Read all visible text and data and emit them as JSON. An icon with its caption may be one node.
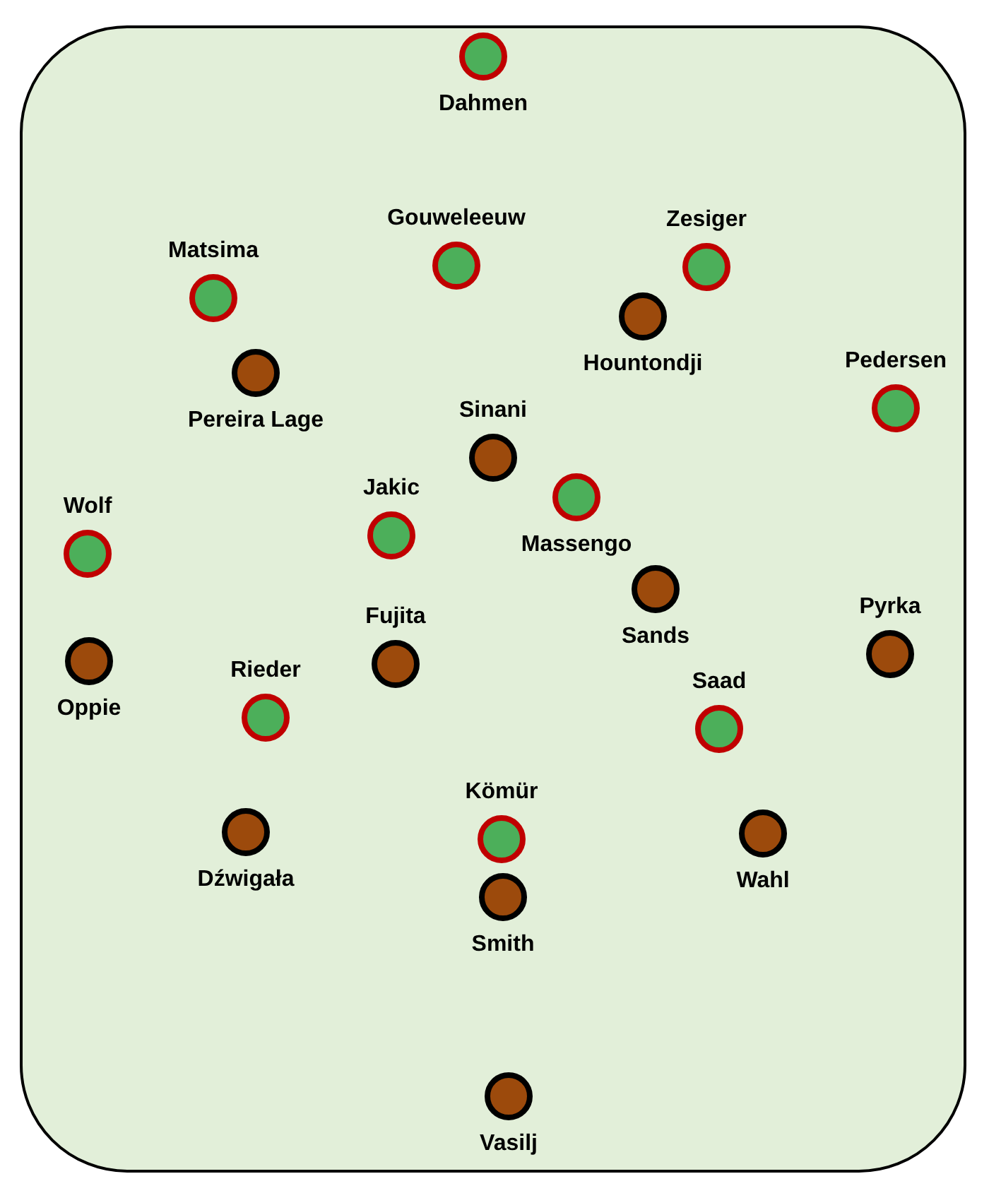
{
  "diagram": {
    "nodes": [
      {
        "text": [
          "Dahmen"
        ]
      },
      {
        "text": [
          "Gouweleeuw"
        ]
      },
      {
        "text": [
          "Zesiger"
        ]
      },
      {
        "text": [
          "Matsima"
        ]
      },
      {
        "text": [
          "Hountondji"
        ]
      },
      {
        "text": [
          "Pereira Lage"
        ]
      },
      {
        "text": [
          "Pedersen"
        ]
      },
      {
        "text": [
          "Sinani"
        ]
      },
      {
        "text": [
          "Massengo"
        ]
      },
      {
        "text": [
          "Jakic"
        ]
      },
      {
        "text": [
          "Wolf"
        ]
      },
      {
        "text": [
          "Sands"
        ]
      },
      {
        "text": [
          "Fujita"
        ]
      },
      {
        "text": [
          "Pyrka"
        ]
      },
      {
        "text": [
          "Oppie"
        ]
      },
      {
        "text": [
          "Rieder"
        ]
      },
      {
        "text": [
          "Saad"
        ]
      },
      {
        "text": [
          "Dźwigała"
        ]
      },
      {
        "text": [
          "Kömür"
        ]
      },
      {
        "text": [
          "Wahl"
        ]
      },
      {
        "text": [
          "Smith"
        ]
      },
      {
        "text": [
          "Vasilj"
        ]
      }
    ]
  }
}
